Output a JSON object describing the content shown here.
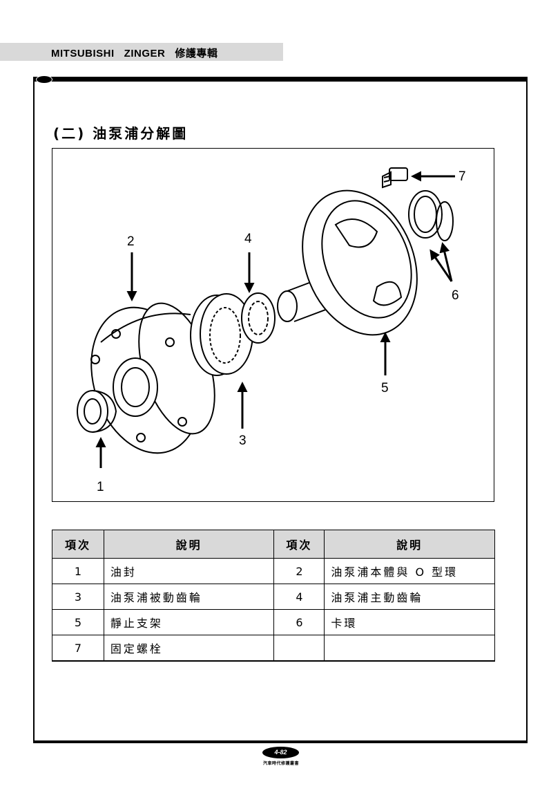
{
  "header": {
    "title": "MITSUBISHI   ZINGER   修護專輯"
  },
  "section": {
    "title": "(二) 油泵浦分解圖"
  },
  "diagram": {
    "callouts": [
      "1",
      "2",
      "3",
      "4",
      "5",
      "6",
      "7"
    ]
  },
  "table": {
    "headers": [
      "項次",
      "說明",
      "項次",
      "說明"
    ],
    "rows": [
      [
        "1",
        "油封",
        "2",
        "油泵浦本體與 O 型環"
      ],
      [
        "3",
        "油泵浦被動齒輪",
        "4",
        "油泵浦主動齒輪"
      ],
      [
        "5",
        "靜止支架",
        "6",
        "卡環"
      ],
      [
        "7",
        "固定螺栓",
        "",
        ""
      ]
    ]
  },
  "footer": {
    "page_number": "4-82",
    "caption": "汽車時代修護叢書"
  }
}
